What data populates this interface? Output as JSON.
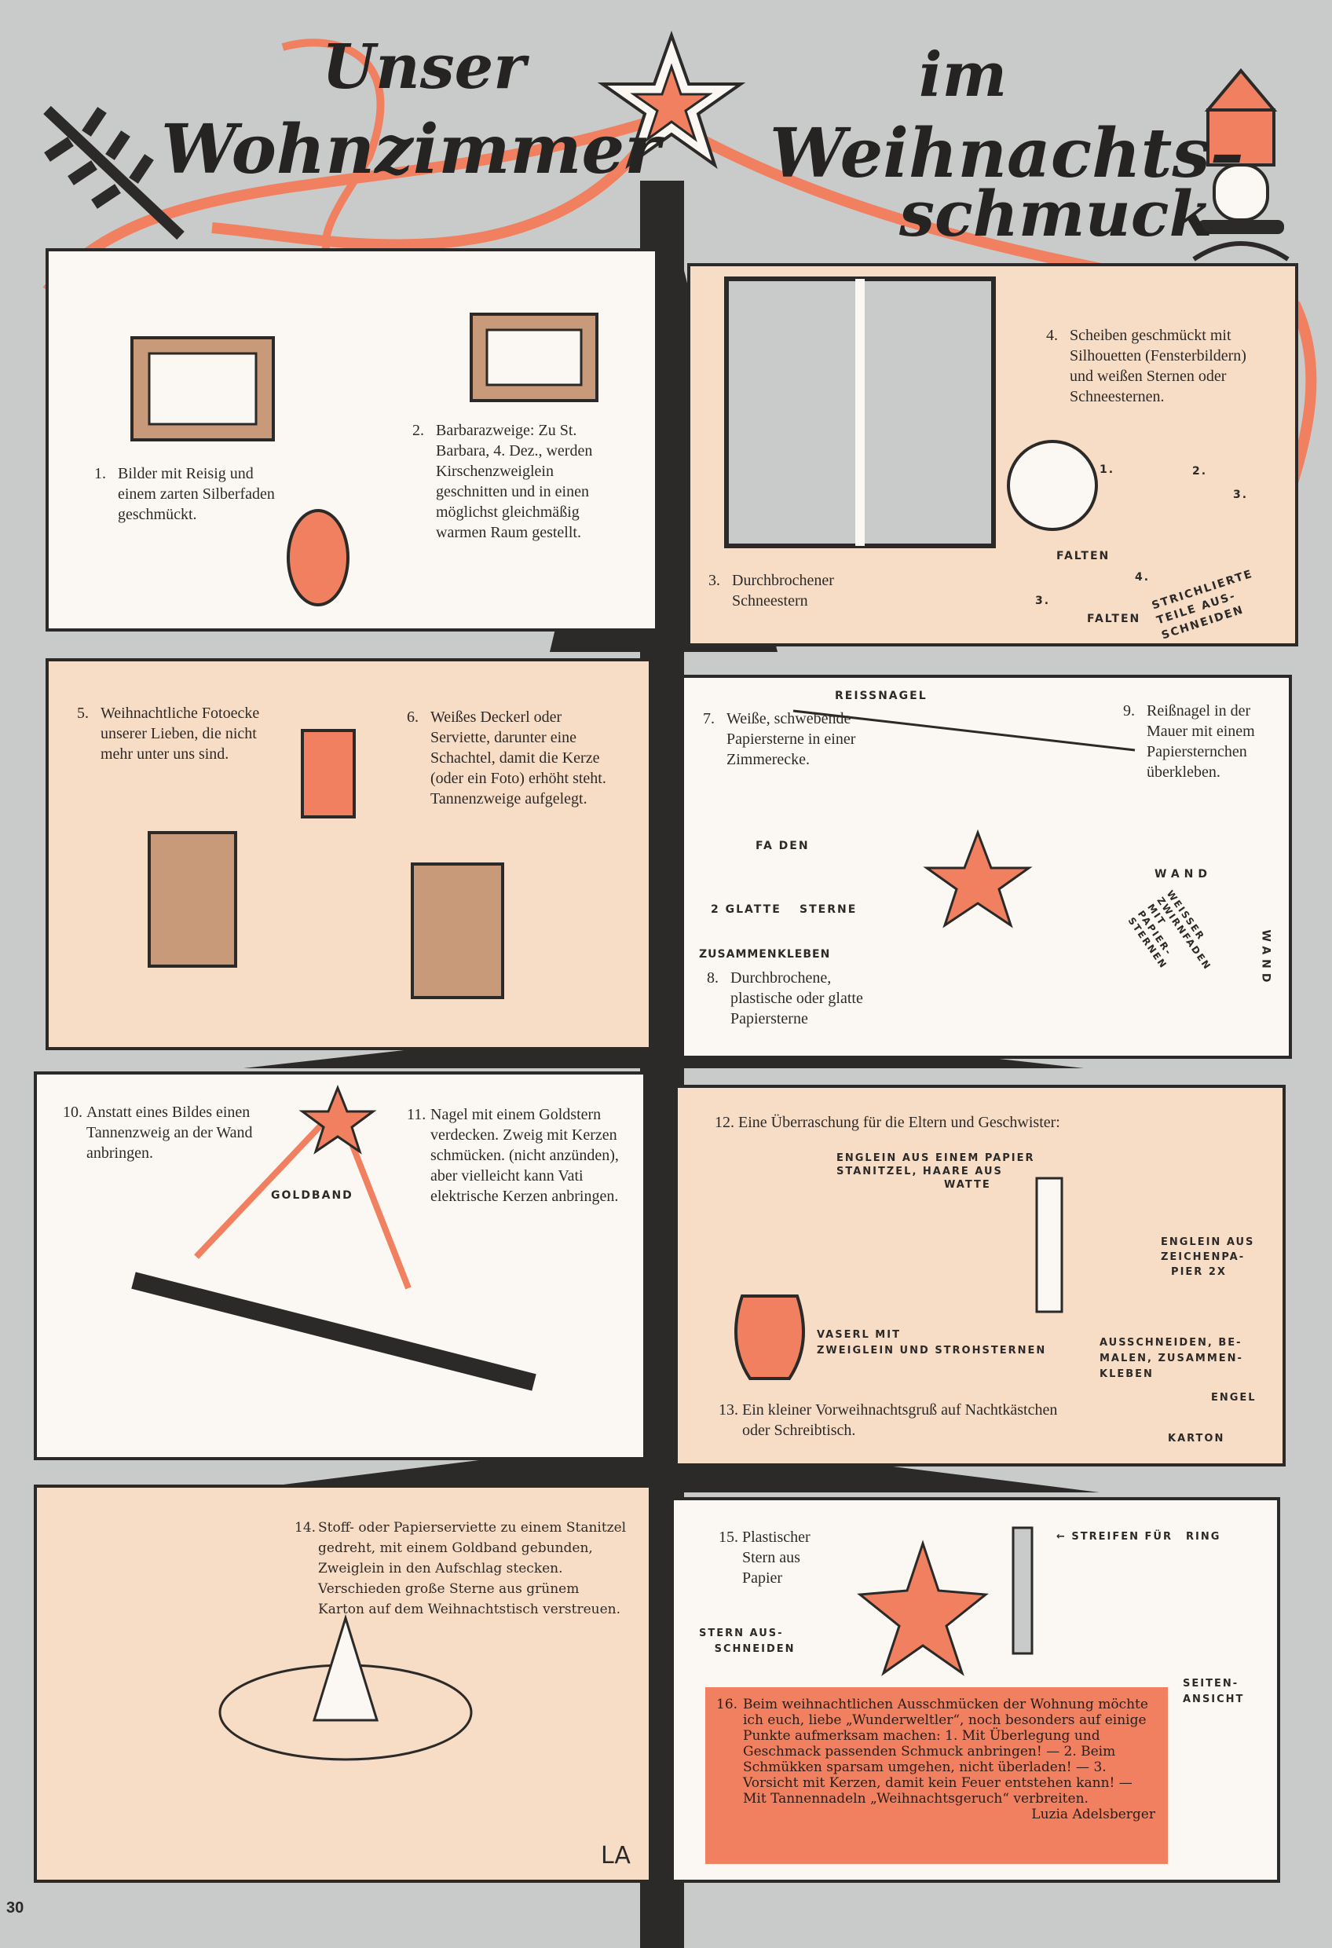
{
  "title": {
    "line1": "Unser",
    "line2": "Wohnzimmer",
    "line3": "im",
    "line4": "Weihnachts–",
    "line5": "schmuck"
  },
  "colors": {
    "accent": "#f0805f",
    "peach": "#f7dcc6",
    "dark": "#2b2a28",
    "background": "#c9cbca"
  },
  "panels": {
    "p1": {
      "num": "1.",
      "text": "Bilder mit Reisig und einem zarten Silberfaden geschmückt."
    },
    "p2": {
      "num": "2.",
      "text": "Barbarazweige: Zu St. Barbara, 4. Dez., werden Kirschenzweiglein geschnitten und in einen möglichst gleichmäßig warmen Raum gestellt."
    },
    "p3": {
      "num": "3.",
      "text": "Durchbrochener Schneestern"
    },
    "p4": {
      "num": "4.",
      "text": "Scheiben geschmückt mit Silhouetten (Fensterbildern) und weißen Sternen oder Schneesternen.",
      "labels": {
        "step1": "1.",
        "step2": "2.",
        "step3a": "3.",
        "step3b": "3.",
        "step4": "4.",
        "falten1": "FALTEN",
        "falten2": "FALTEN",
        "cut": "STRICHLIERTE\nTEILE AUS-\nSCHNEIDEN"
      }
    },
    "p5": {
      "num": "5.",
      "text": "Weihnachtliche Fotoecke unserer Lieben, die nicht mehr unter uns sind."
    },
    "p6": {
      "num": "6.",
      "text": "Weißes Deckerl oder Serviette, darunter eine Schachtel, damit die Kerze (oder ein Foto) erhöht steht. Tannenzweige aufgelegt."
    },
    "p7": {
      "num": "7.",
      "text": "Weiße, schwebende Papiersterne in einer Zimmerecke.",
      "labels": {
        "reissnagel": "REISSNAGEL",
        "faden": "FA DEN",
        "glatte": "2 GLATTE",
        "sterne": "STERNE",
        "zusammen": "ZUSAMMEN",
        "kleben": "KLEBEN",
        "wand_top": "WAND",
        "wand_side": "WAND",
        "zwirn": "WEISSER\nZWIRNFADEN\nMIT\nPAPIER-\nSTERNEN"
      }
    },
    "p8": {
      "num": "8.",
      "text": "Durchbrochene, plastische oder glatte Papiersterne"
    },
    "p9": {
      "num": "9.",
      "text": "Reißnagel in der Mauer mit einem Papiersternchen überkleben."
    },
    "p10": {
      "num": "10.",
      "text": "Anstatt eines Bildes einen Tannenzweig an der Wand anbringen.",
      "labels": {
        "goldband": "GOLDBAND"
      }
    },
    "p11": {
      "num": "11.",
      "text": "Nagel mit einem Goldstern verdecken. Zweig mit Kerzen schmücken. (nicht anzünden), aber vielleicht kann Vati elektrische Kerzen anbringen."
    },
    "p12": {
      "num": "12.",
      "text": "Eine Überraschung für die Eltern und Geschwister:",
      "labels": {
        "stanitzel": "ENGLEIN AUS EINEM PAPIER\nSTANITZEL, HAARE AUS\n                     WATTE",
        "zeichenpapier": "ENGLEIN AUS\nZEICHENPA-\n  PIER 2X",
        "vaserl": "VASERL MIT\nZWEIGLEIN UND STROHSTERNEN",
        "ausschneiden": "AUSSCHNEIDEN, BE-\nMALEN, ZUSAMMEN-\nKLEBEN",
        "engel": "ENGEL",
        "karton": "KARTON"
      }
    },
    "p13": {
      "num": "13.",
      "text": "Ein kleiner Vorweihnachtsgruß auf Nachtkästchen oder Schreibtisch."
    },
    "p14": {
      "num": "14.",
      "text": "Stoff- oder Papierserviette zu einem Stanitzel gedreht, mit einem Goldband gebunden, Zweiglein in den Aufschlag stecken. Verschieden große Sterne aus grünem Karton auf dem Weihnachtstisch verstreuen."
    },
    "p15": {
      "num": "15.",
      "text": "Plastischer Stern aus Papier",
      "labels": {
        "stern": "STERN AUS-\n   SCHNEIDEN",
        "streifen": "← STREIFEN FÜR",
        "ring": "RING",
        "seiten": "SEITEN-\nANSICHT"
      }
    },
    "p16": {
      "num": "16.",
      "text": "Beim weihnachtlichen Ausschmücken der Wohnung möchte ich euch, liebe „Wunderweltler“, noch besonders auf einige Punkte aufmerksam machen: 1. Mit Überlegung und Geschmack passenden Schmuck anbringen! — 2. Beim Schmükken sparsam umgehen, nicht überladen! — 3. Vorsicht mit Kerzen, damit kein Feuer entstehen kann! — Mit Tannennadeln „Weihnachtsgeruch“ verbreiten.",
      "author": "Luzia Adelsberger"
    }
  },
  "artist_mark": "LA",
  "page_number": "30"
}
